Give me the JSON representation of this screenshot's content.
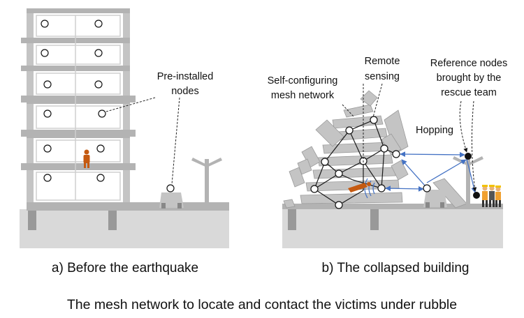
{
  "panel_a": {
    "caption": "a) Before the earthquake",
    "label_preinstalled_line1": "Pre-installed",
    "label_preinstalled_line2": "nodes"
  },
  "panel_b": {
    "caption": "b) The collapsed building",
    "label_mesh_line1": "Self-configuring",
    "label_mesh_line2": "mesh network",
    "label_remote_line1": "Remote",
    "label_remote_line2": "sensing",
    "label_reference_line1": "Reference nodes",
    "label_reference_line2": "brought by the",
    "label_reference_line3": "rescue team",
    "label_hopping": "Hopping"
  },
  "figure_title": "The mesh network to locate and contact the victims under rubble",
  "colors": {
    "structure": "#b3b3b3",
    "structure_dark": "#8c8c8c",
    "ground": "#d9d9d9",
    "mesh_line": "#222222",
    "hop_arrow": "#4472c4",
    "victim": "#c55a11"
  }
}
